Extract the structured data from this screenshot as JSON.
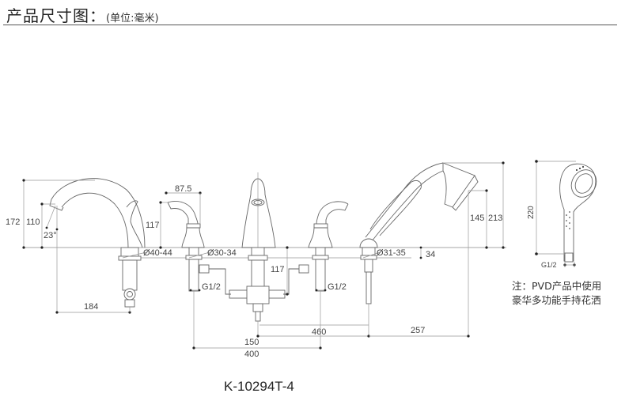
{
  "header": {
    "title": "产品尺寸图：",
    "unit_note": "(单位:毫米)"
  },
  "dimensions": {
    "spout_height_total": "172",
    "spout_outlet_height": "110",
    "spout_angle": "23°",
    "spout_reach": "184",
    "spout_hole": "Ø40-44",
    "handle_width": "87.5",
    "handle_height": "117",
    "handle_hole": "Ø30-34",
    "valve_height": "117",
    "inlet_left": "G1/2",
    "inlet_right": "G1/2",
    "handshower_hole": "Ø31-35",
    "deck_thickness": "34",
    "handshower_head_height": "145",
    "handshower_total_height": "213",
    "centers_460": "460",
    "centers_257": "257",
    "centers_150": "150",
    "centers_400": "400",
    "handshower_length": "220",
    "handshower_thread": "G1/2"
  },
  "note": {
    "line1": "注：PVD产品中使用",
    "line2": "豪华多功能手持花洒"
  },
  "model": "K-10294T-4"
}
